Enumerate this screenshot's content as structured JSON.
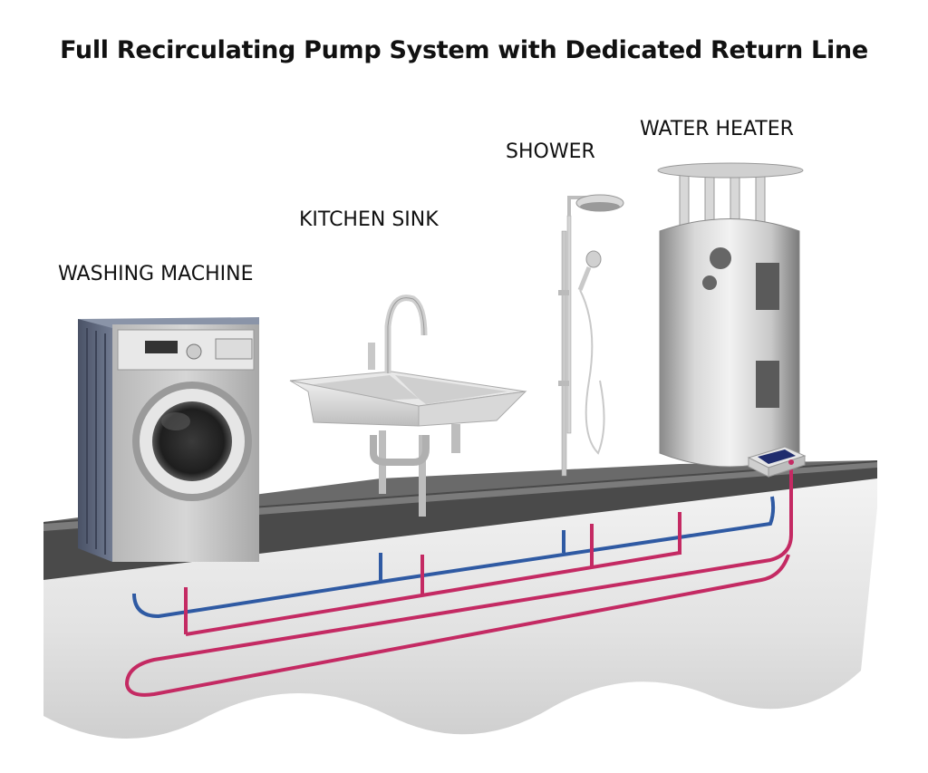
{
  "title": "Full Recirculating Pump System with Dedicated Return Line",
  "fixtures": {
    "washing_machine": "WASHING MACHINE",
    "kitchen_sink": "KITCHEN SINK",
    "shower": "SHOWER",
    "water_heater": "WATER HEATER"
  },
  "colors": {
    "hot_line": "#c42a63",
    "return_line": "#2f5aa3",
    "floor_top": "#5a5a5a",
    "floor_front": "#3a3a3a",
    "ground": "#e9e9e9"
  }
}
